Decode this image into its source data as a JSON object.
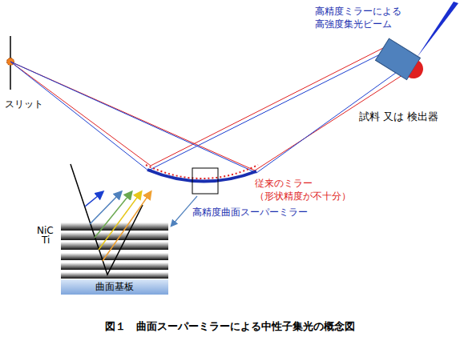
{
  "diagram": {
    "caption": "図１　曲面スーパーミラーによる中性子集光の概念図",
    "nodes": [
      {
        "text": [
          "曲面基板"
        ]
      }
    ],
    "labels": [
      "高精度ミラーによる 高強度集光ビーム",
      "スリット",
      "試料 又は 検出器",
      "従来のミラー （形状精度が不十分）",
      "高精度曲面スーパーミラー",
      "NiC",
      "Ti"
    ]
  }
}
